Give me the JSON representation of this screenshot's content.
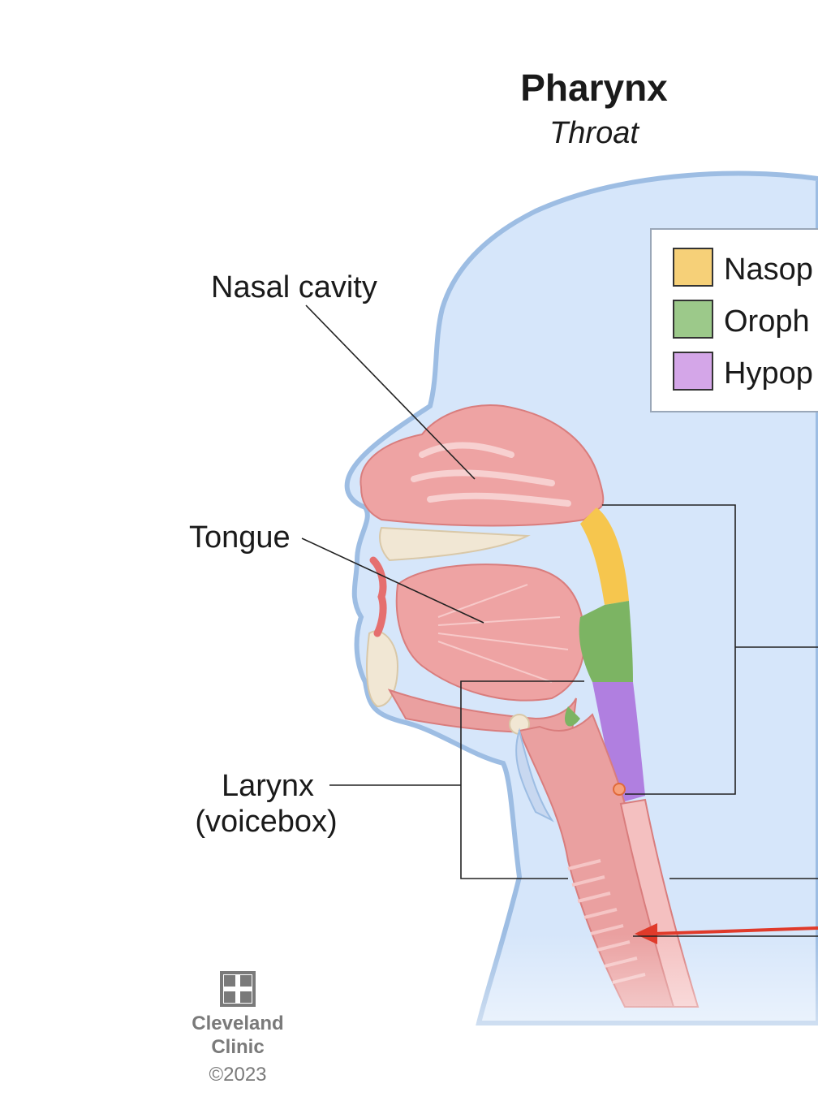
{
  "title": "Pharynx",
  "subtitle": "Throat",
  "labels": {
    "nasal_cavity": "Nasal cavity",
    "tongue": "Tongue",
    "larynx_line1": "Larynx",
    "larynx_line2": "(voicebox)"
  },
  "legend": [
    {
      "label": "Nasop",
      "color": "#f6d078"
    },
    {
      "label": "Oroph",
      "color": "#9cc98a"
    },
    {
      "label": "Hypop",
      "color": "#d4a6e8"
    }
  ],
  "logo": {
    "line1": "Cleveland",
    "line2": "Clinic",
    "copyright": "©2023"
  },
  "colors": {
    "skin": "#d6e6fa",
    "skin_outline": "#9dbde3",
    "tissue": "#eea3a3",
    "tissue_dark": "#d97d7d",
    "bone": "#f1e7d4",
    "nasopharynx": "#f6c64e",
    "oropharynx": "#7cb463",
    "hypopharynx": "#b07fe0",
    "arrow": "#e03a2a"
  }
}
